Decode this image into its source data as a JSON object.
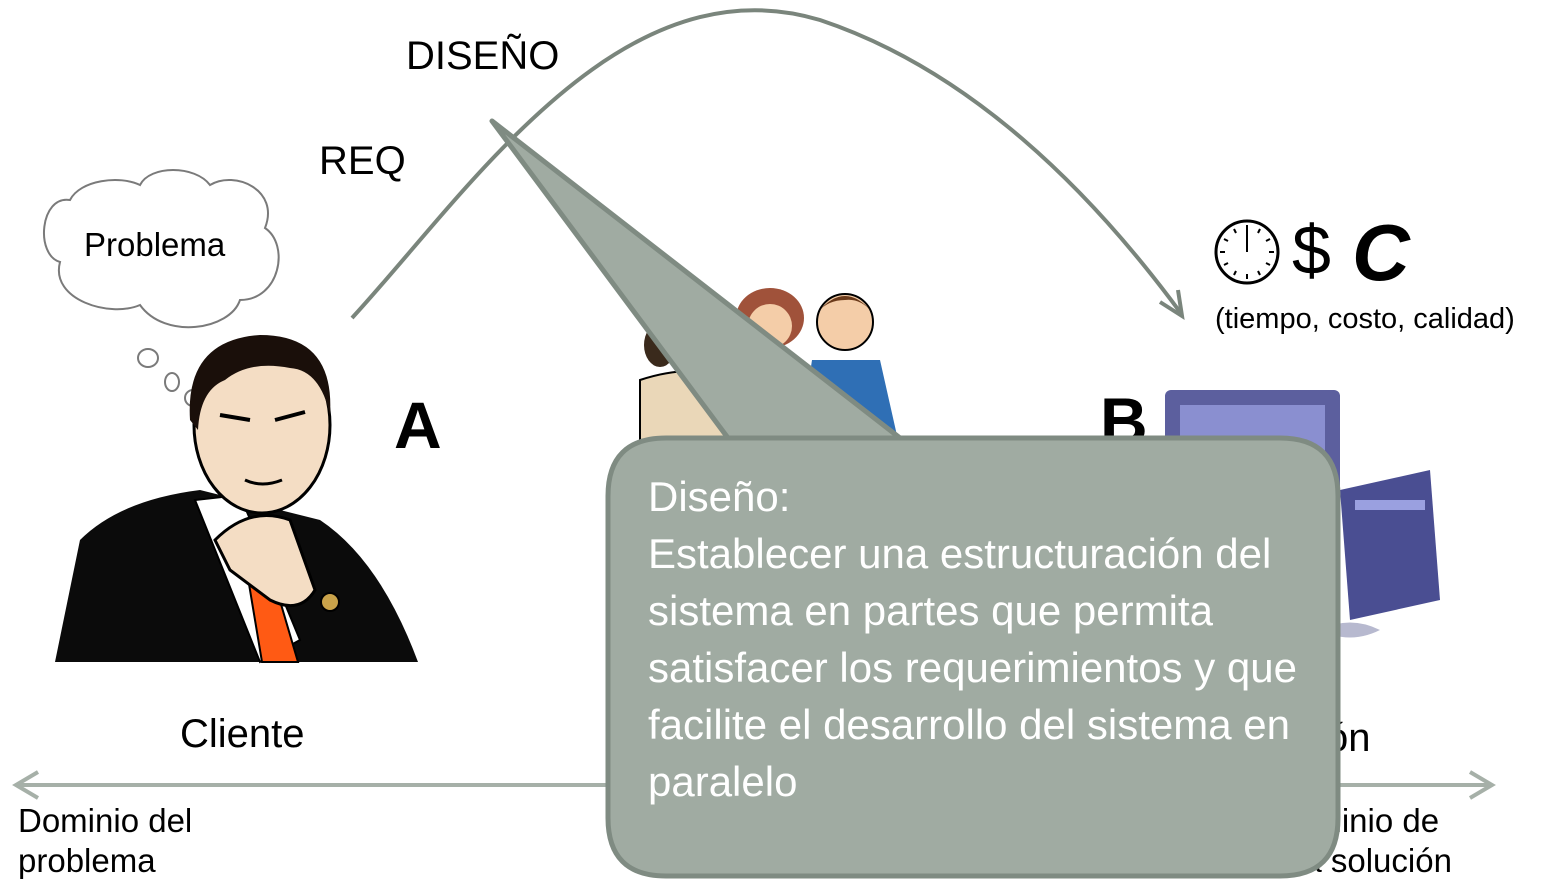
{
  "labels": {
    "diseno": "DISEÑO",
    "req": "REQ",
    "problema": "Problema",
    "point_a": "A",
    "point_b": "B",
    "cliente": "Cliente",
    "solucion_partial": "ón",
    "dominio_problema": "Dominio del\nproblema",
    "dominio_solucion": "ominio de\nla solución",
    "metric_money": "$",
    "metric_quality": "C",
    "metrics_caption": "(tiempo, costo, calidad)"
  },
  "callout": {
    "title": "Diseño:",
    "body": "Establecer una estructuración del sistema en partes que permita satisfacer los requerimientos y que facilite el desarrollo del sistema en paralelo"
  },
  "colors": {
    "arrow": "#7a857c",
    "callout_fill": "#a0aba2",
    "callout_border": "#7f8b82",
    "axis": "#a6b0a8"
  },
  "icons": {
    "clock": "clock-icon",
    "thinker": "thinking-man-illustration",
    "team": "team-people-illustration",
    "computer": "computer-illustration"
  }
}
